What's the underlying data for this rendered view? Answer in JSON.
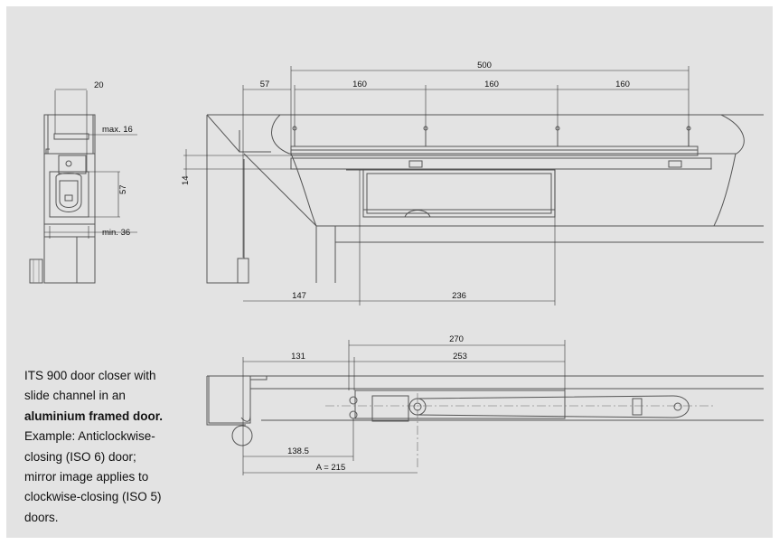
{
  "caption": {
    "line1": "ITS 900 door closer with",
    "line2": "slide channel in an",
    "line3_bold": "aluminium framed door.",
    "line4": "Example: Anticlockwise-",
    "line5": "closing (ISO 6) door;",
    "line6": "mirror image applies to",
    "line7": "clockwise-closing (ISO 5)",
    "line8": "doors."
  },
  "section_view": {
    "dim_top": "20",
    "dim_max": "max. 16",
    "dim_height": "57",
    "dim_min": "min. 36"
  },
  "front_view": {
    "dim_overall": "500",
    "dim_offset": "57",
    "dim_spacing_1": "160",
    "dim_spacing_2": "160",
    "dim_spacing_3": "160",
    "dim_vertical": "14",
    "dim_bottom_left": "147",
    "dim_bottom_right": "236"
  },
  "plan_view": {
    "dim_overall": "270",
    "dim_offset": "131",
    "dim_inner": "253",
    "dim_pivot": "138.5",
    "dim_a": "A = 215"
  },
  "colors": {
    "panel_background": "#e3e3e3",
    "line_color": "#555555",
    "text_color": "#111111"
  }
}
